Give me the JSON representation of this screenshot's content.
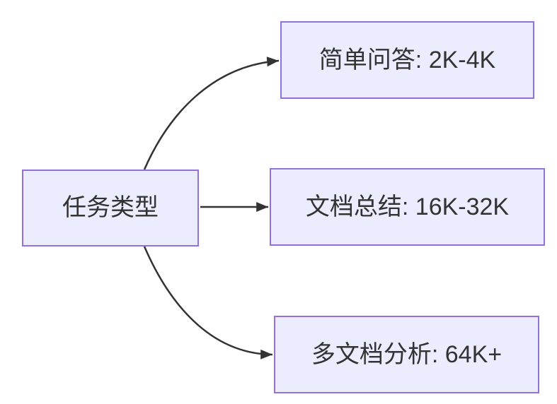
{
  "diagram": {
    "type": "flowchart",
    "direction": "left-to-right",
    "root": {
      "id": "task-type",
      "label": "任务类型"
    },
    "nodes": [
      {
        "id": "simple-qa",
        "label": "简单问答: 2K-4K"
      },
      {
        "id": "doc-summary",
        "label": "文档总结: 16K-32K"
      },
      {
        "id": "multi-doc",
        "label": "多文档分析: 64K+"
      }
    ],
    "edges": [
      {
        "from": "任务类型",
        "to": "简单问答: 2K-4K"
      },
      {
        "from": "任务类型",
        "to": "文档总结: 16K-32K"
      },
      {
        "from": "任务类型",
        "to": "多文档分析: 64K+"
      }
    ],
    "colors": {
      "node_fill": "#ECECFF",
      "node_border": "#9370DB",
      "arrow": "#333333",
      "text": "#333333",
      "background": "#FFFFFF"
    }
  }
}
